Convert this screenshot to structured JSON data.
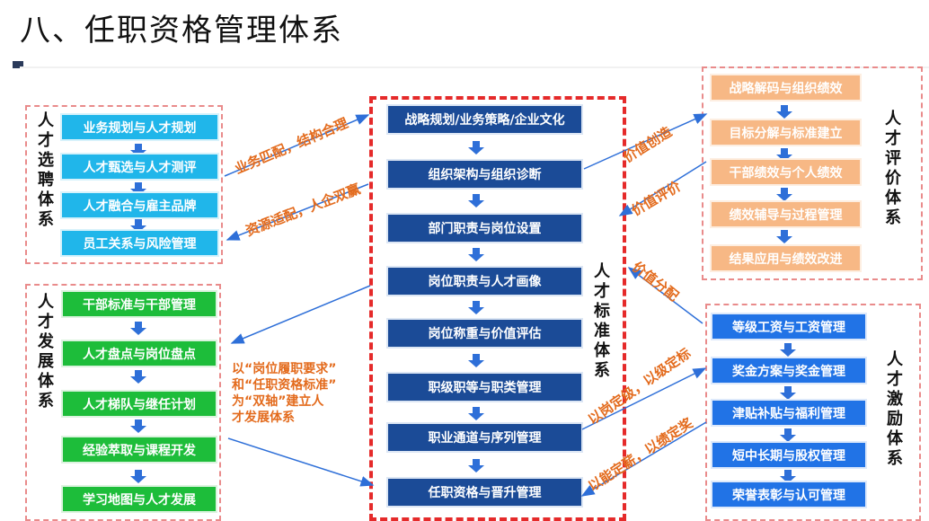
{
  "title": "八、任职资格管理体系",
  "left_top_panel": {
    "label": "人才选聘体系",
    "items": [
      "业务规划与人才规划",
      "人才甄选与人才测评",
      "人才融合与雇主品牌",
      "员工关系与风险管理"
    ]
  },
  "left_bottom_panel": {
    "label": "人才发展体系",
    "items": [
      "干部标准与干部管理",
      "人才盘点与岗位盘点",
      "人才梯队与继任计划",
      "经验萃取与课程开发",
      "学习地图与人才发展"
    ]
  },
  "center_panel": {
    "label": "人才标准体系",
    "items": [
      "战略规划/业务策略/企业文化",
      "组织架构与组织诊断",
      "部门职责与岗位设置",
      "岗位职责与人才画像",
      "岗位称重与价值评估",
      "职级职等与职类管理",
      "职业通道与序列管理",
      "任职资格与晋升管理"
    ]
  },
  "right_top_panel": {
    "label": "人才评价体系",
    "items": [
      "战略解码与组织绩效",
      "目标分解与标准建立",
      "干部绩效与个人绩效",
      "绩效辅导与过程管理",
      "结果应用与绩效改进"
    ]
  },
  "right_bottom_panel": {
    "label": "人才激励体系",
    "items": [
      "等级工资与工资管理",
      "奖金方案与奖金管理",
      "津贴补贴与福利管理",
      "短中长期与股权管理",
      "荣誉表彰与认可管理"
    ]
  },
  "connector_labels": {
    "business_match": "业务匹配，结构合理",
    "resource_match": "资源适配，人企双赢",
    "value_create": "价值创造",
    "value_eval": "价值评价",
    "value_distribute": "价值分配",
    "grade_by_post": "以岗定级，以级定标",
    "pay_by_ability": "以能定薪，以绩定奖"
  },
  "center_note": {
    "line1": "以“岗位履职要求”",
    "line2": "和“任职资格标准”",
    "line3": "为“双轴”建立人",
    "line4": "才发展体系"
  },
  "colors": {
    "title": "#111111",
    "cyan": "#20b6ea",
    "green": "#1dbd3a",
    "navy": "#1b4b97",
    "orange": "#f7b885",
    "blue": "#2173e6",
    "label_orange": "#e36b1d",
    "frame_red": "#e52a2a",
    "panel_dash": "#e98b8b"
  }
}
